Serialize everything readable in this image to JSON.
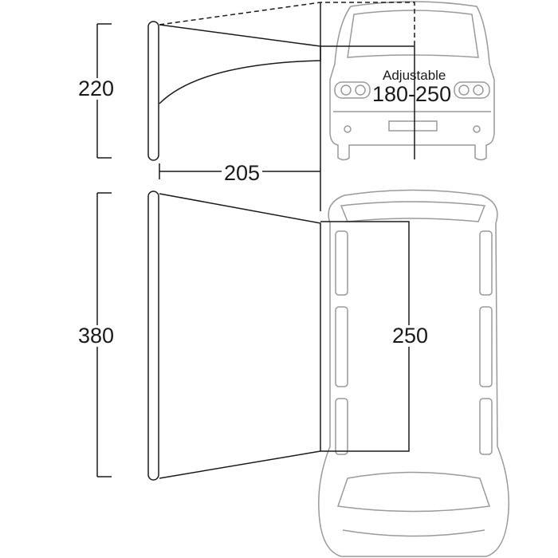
{
  "dimensions": {
    "side_height": "220",
    "depth": "205",
    "width": "380",
    "attach_height": "250",
    "adjustable_label": "Adjustable",
    "adjustable_range": "180-250"
  },
  "colors": {
    "line": "#1a1a1a",
    "vehicle": "#9a9a9a"
  }
}
